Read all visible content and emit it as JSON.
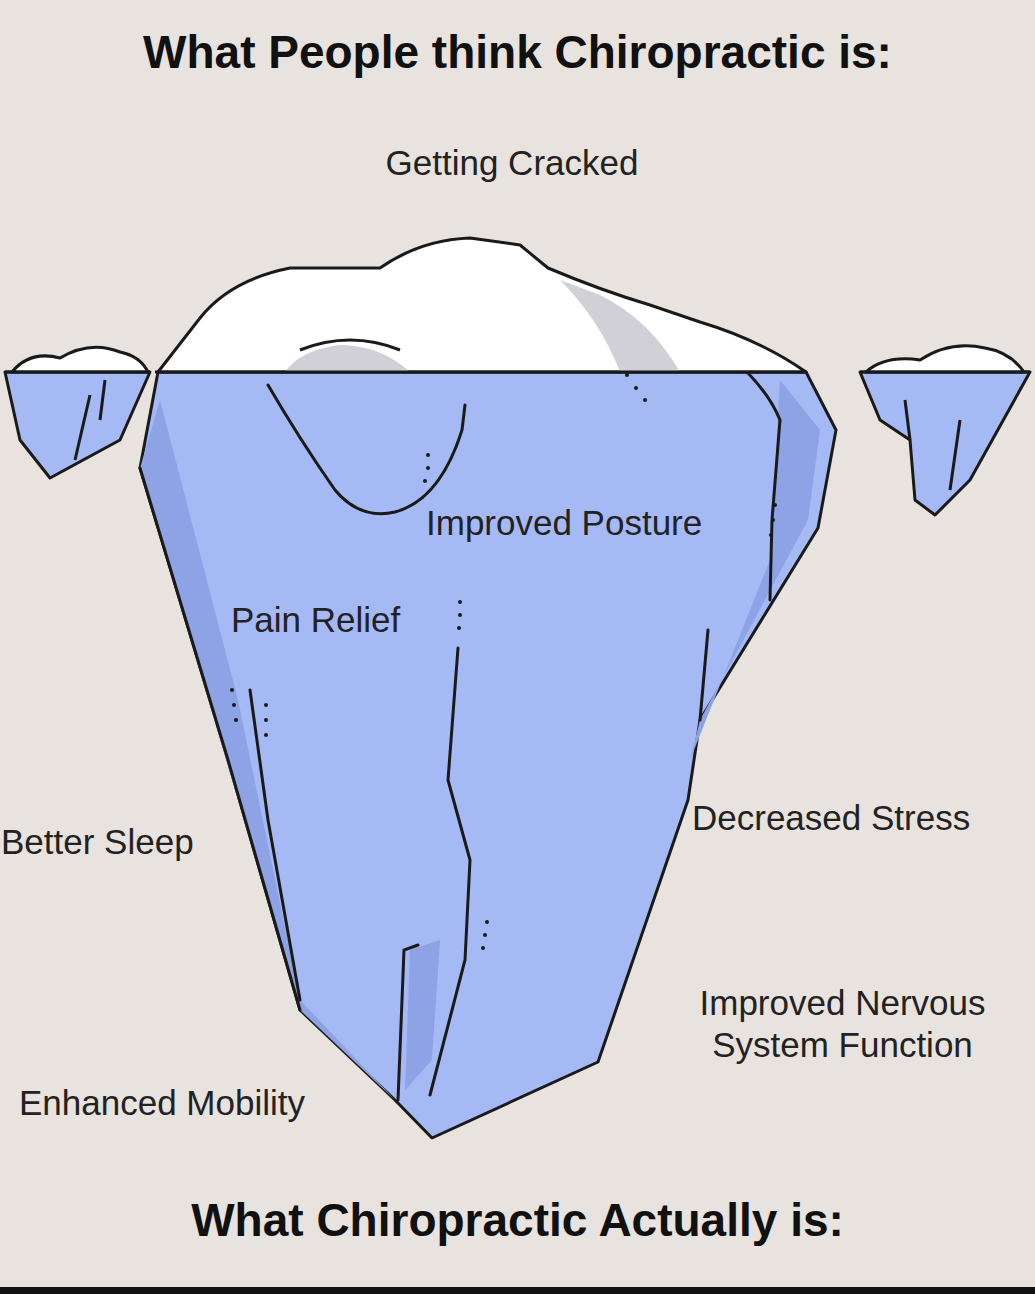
{
  "diagram": {
    "title": "What People think Chiropractic is:",
    "caption": "What Chiropractic Actually is:",
    "labels": [
      "Getting Cracked",
      "Improved Posture",
      "Pain Relief",
      "Better Sleep",
      "Decreased Stress",
      "Improved Nervous System Function",
      "Enhanced Mobility"
    ]
  }
}
